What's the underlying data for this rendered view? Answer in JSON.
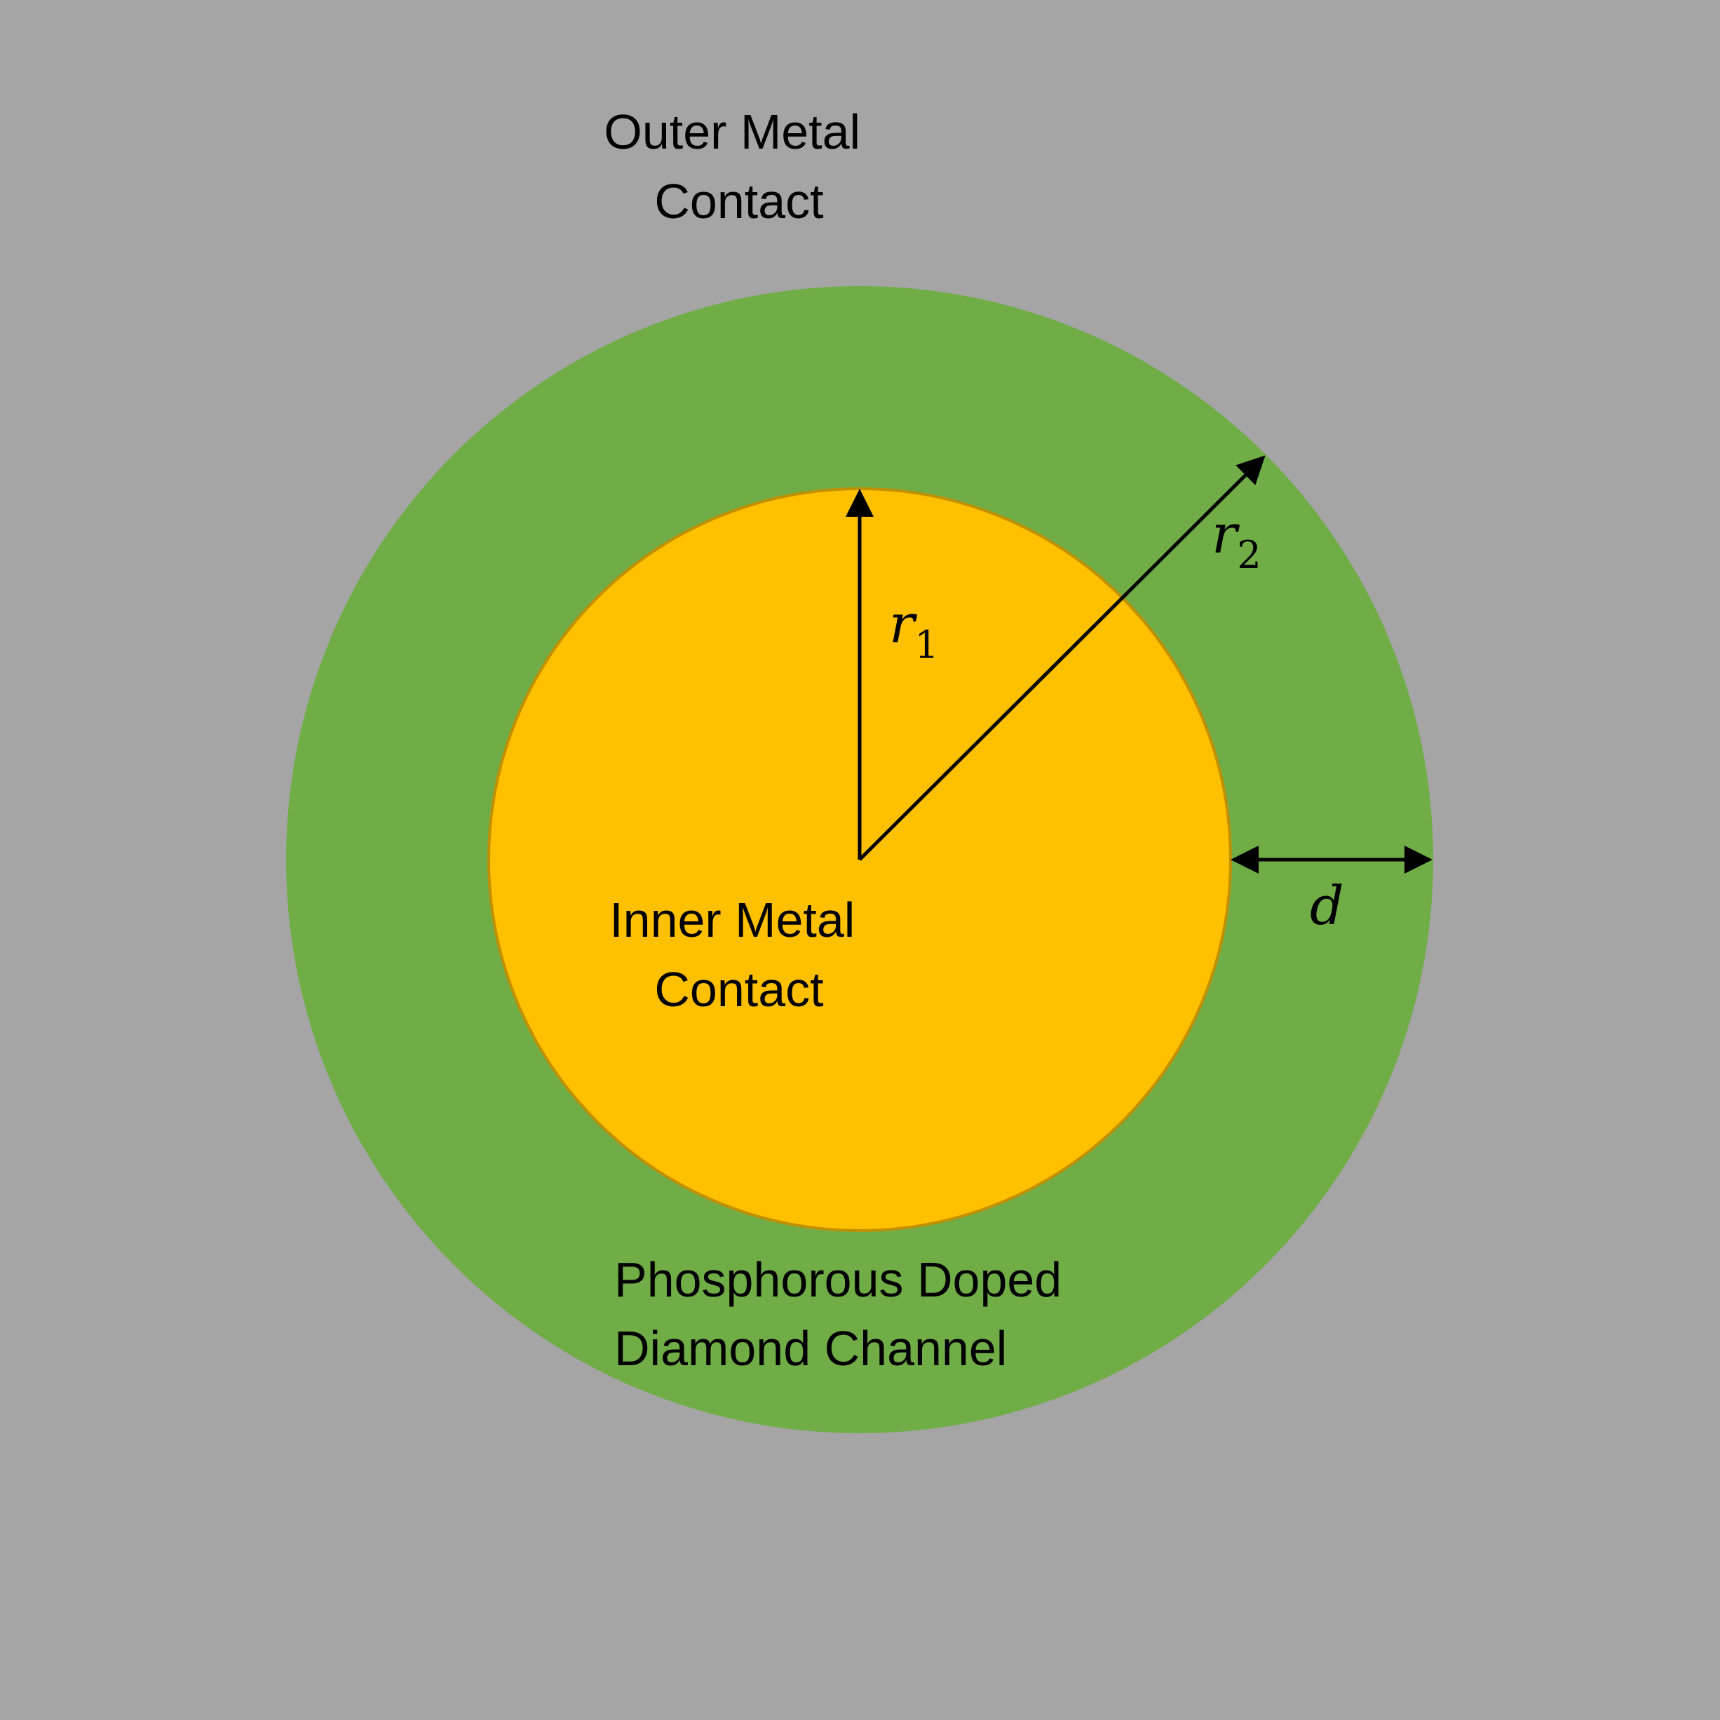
{
  "colors": {
    "background": "#A5A5A5",
    "outer_ring": "#70AD47",
    "inner_disc": "#FFC000",
    "inner_disc_outline": "#C09000",
    "ink": "#000000"
  },
  "labels": {
    "outer_contact": [
      "Outer Metal",
      "Contact"
    ],
    "inner_contact": [
      "Inner Metal",
      "Contact"
    ],
    "channel": [
      "Phosphorous Doped",
      "Diamond Channel"
    ]
  },
  "dimensions": {
    "r1": {
      "symbol": "r",
      "subscript": "1"
    },
    "r2": {
      "symbol": "r",
      "subscript": "2"
    },
    "d": {
      "symbol": "d"
    }
  }
}
